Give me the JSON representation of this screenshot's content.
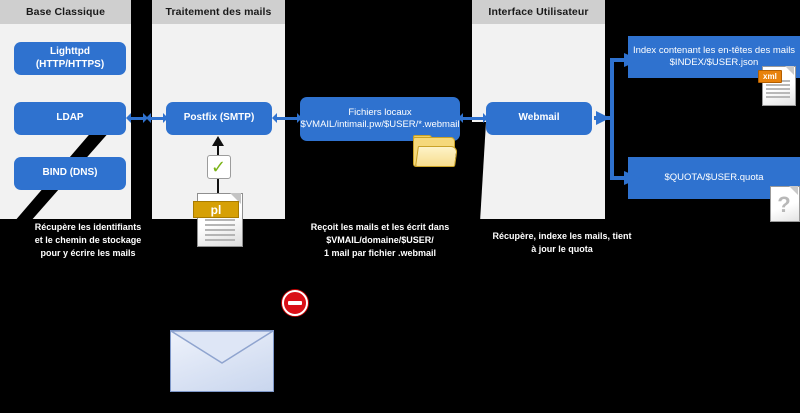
{
  "lanes": [
    {
      "id": "base-classique",
      "title": "Base Classique"
    },
    {
      "id": "traitement-des-mails",
      "title": "Traitement des mails"
    },
    {
      "id": "interface-utilisateur",
      "title": "Interface Utilisateur"
    }
  ],
  "boxes": {
    "lighttpd": "Lighttpd (HTTP/HTTPS)",
    "ldap": "LDAP",
    "bind": "BIND (DNS)",
    "postfix": "Postfix (SMTP)",
    "fichiers_line1": "Fichiers locaux",
    "fichiers_line2": "$VMAIL/intimail.pw/$USER/*.webmail",
    "webmail": "Webmail",
    "index_line1": "Index contenant les en-têtes des mails",
    "index_line2": "$INDEX/$USER.json",
    "quota": "$QUOTA/$USER.quota"
  },
  "notes": {
    "ldap_note": "Récupère les identifiants\net le chemin de stockage\npour y écrire les mails",
    "postfix_note": "Reçoit les mails et les écrit dans\n$VMAIL/domaine/$USER/\n1 mail par fichier .webmail",
    "webmail_note": "Récupère, indexe les mails, tient\nà jour le quota"
  },
  "icons": {
    "pl_label": "pl",
    "xml_label": "xml",
    "question_label": "?"
  },
  "colors": {
    "box_blue": "#2f72cf",
    "lane_head_gray": "#cfcfcf",
    "lane_body_gray": "#f2f2f2",
    "background_black": "#000000",
    "note_text": "#ffffff",
    "check_green": "#7ab317",
    "pl_gold": "#d6a006",
    "xml_orange": "#e8820c",
    "stop_red": "#d90f17"
  }
}
